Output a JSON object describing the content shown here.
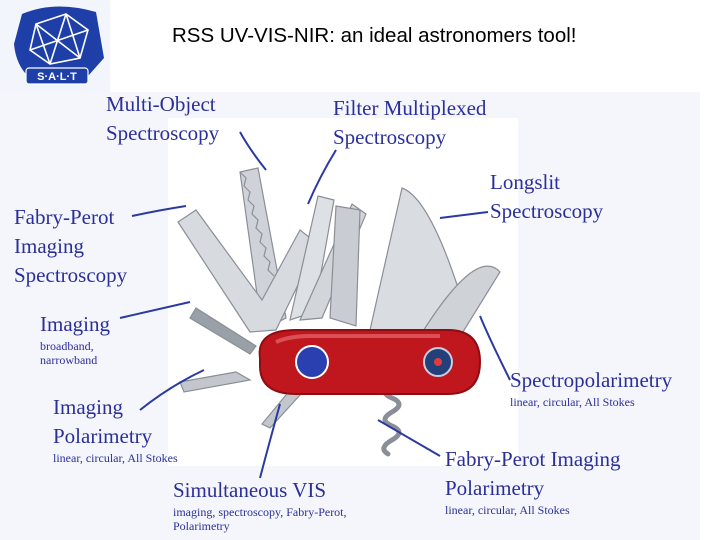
{
  "title": "RSS UV-VIS-NIR: an ideal astronomers tool!",
  "logo": {
    "text": "S·A·L·T"
  },
  "colors": {
    "label": "#2b2f9a",
    "knife_handle": "#c0161e",
    "leader": "#2b3aa0",
    "panel": "#f4f6fb"
  },
  "labels": {
    "multi_object": {
      "lines": [
        "Multi-Object",
        "Spectroscopy"
      ]
    },
    "filter_multiplexed": {
      "lines": [
        "Filter Multiplexed",
        "Spectroscopy"
      ]
    },
    "longslit": {
      "lines": [
        "Longslit",
        "Spectroscopy"
      ]
    },
    "fabry_perot_imaging_spec": {
      "lines": [
        "Fabry-Perot",
        "Imaging",
        "Spectroscopy"
      ]
    },
    "imaging": {
      "lines": [
        "Imaging"
      ],
      "sub": [
        "broadband,",
        "narrowband"
      ]
    },
    "spectropolarimetry": {
      "lines": [
        "Spectropolarimetry"
      ],
      "sub": [
        "linear, circular, All Stokes"
      ]
    },
    "imaging_polarimetry": {
      "lines": [
        "Imaging",
        "Polarimetry"
      ],
      "sub": [
        "linear, circular, All Stokes"
      ]
    },
    "fabry_perot_imaging_pol": {
      "lines": [
        "Fabry-Perot Imaging",
        "Polarimetry"
      ],
      "sub": [
        "linear, circular, All Stokes"
      ]
    },
    "simultaneous_vis": {
      "lines": [
        "Simultaneous VIS"
      ],
      "sub": [
        "imaging, spectroscopy, Fabry-Perot,",
        "Polarimetry"
      ]
    }
  }
}
